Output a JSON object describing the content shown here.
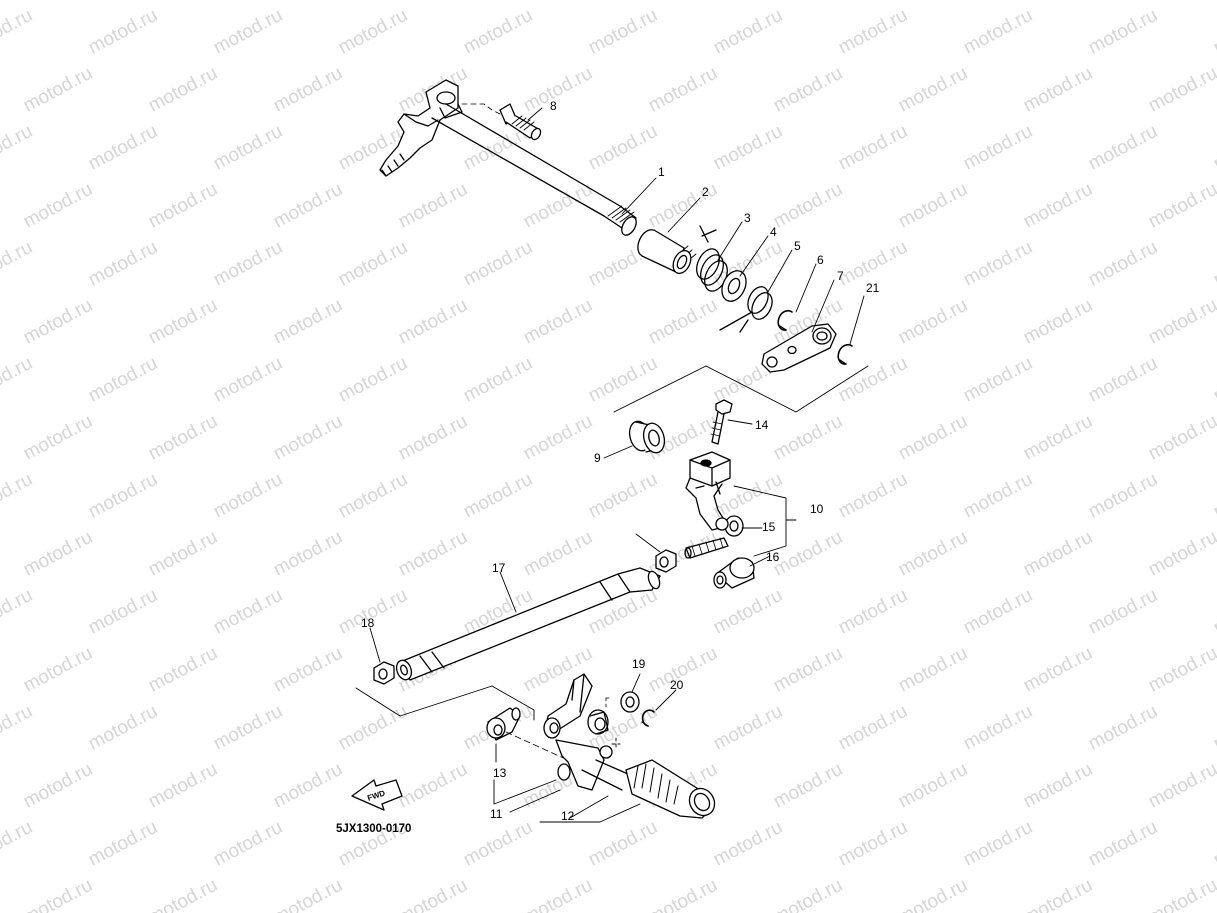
{
  "watermark": {
    "text": "motod.ru"
  },
  "diagram": {
    "code": "5JX1300-0170",
    "fwd_label": "FWD",
    "callouts": [
      "1",
      "2",
      "3",
      "4",
      "5",
      "6",
      "7",
      "8",
      "9",
      "10",
      "11",
      "12",
      "13",
      "14",
      "15",
      "16",
      "17",
      "18",
      "19",
      "20",
      "21",
      "3"
    ]
  }
}
